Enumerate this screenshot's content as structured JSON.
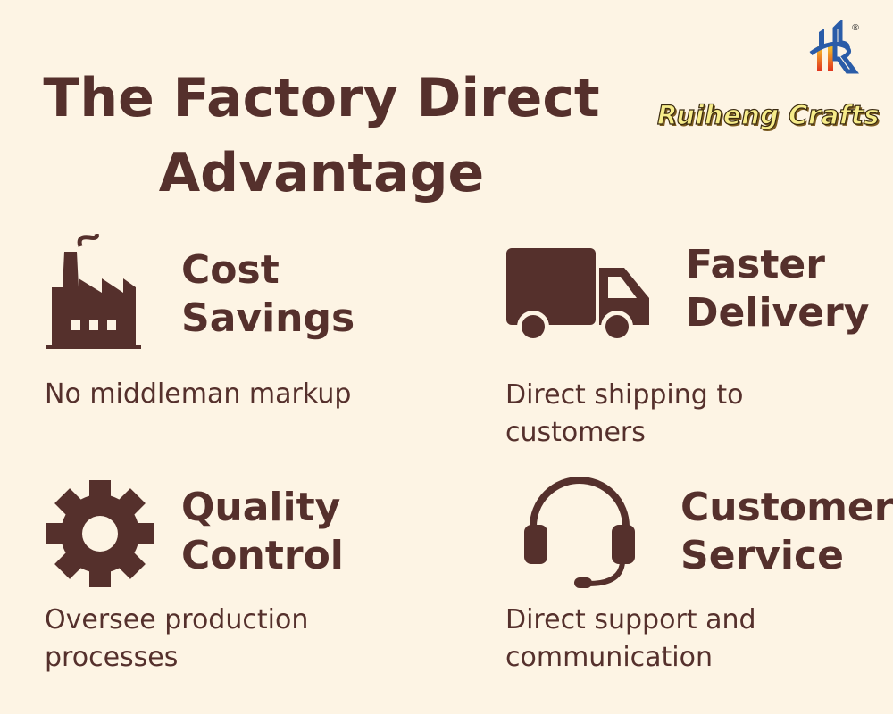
{
  "title": {
    "line1": "The Factory Direct",
    "line2": "Advantage"
  },
  "brand": {
    "name": "Ruiheng Crafts",
    "logo_icon": "hr-logo-icon"
  },
  "colors": {
    "background": "#fdf4e4",
    "text": "#55302c",
    "brand_text": "#f6ec8a"
  },
  "features": [
    {
      "icon": "factory-icon",
      "heading1": "Cost",
      "heading2": "Savings",
      "desc1": "No middleman markup"
    },
    {
      "icon": "truck-icon",
      "heading1": "Faster",
      "heading2": "Delivery",
      "desc1": "Direct shipping to",
      "desc2": "customers"
    },
    {
      "icon": "gear-icon",
      "heading1": "Quality",
      "heading2": "Control",
      "desc1": "Oversee production",
      "desc2": "processes"
    },
    {
      "icon": "headset-icon",
      "heading1": "Customer",
      "heading2": "Service",
      "desc1": "Direct support and",
      "desc2": "communication"
    }
  ]
}
